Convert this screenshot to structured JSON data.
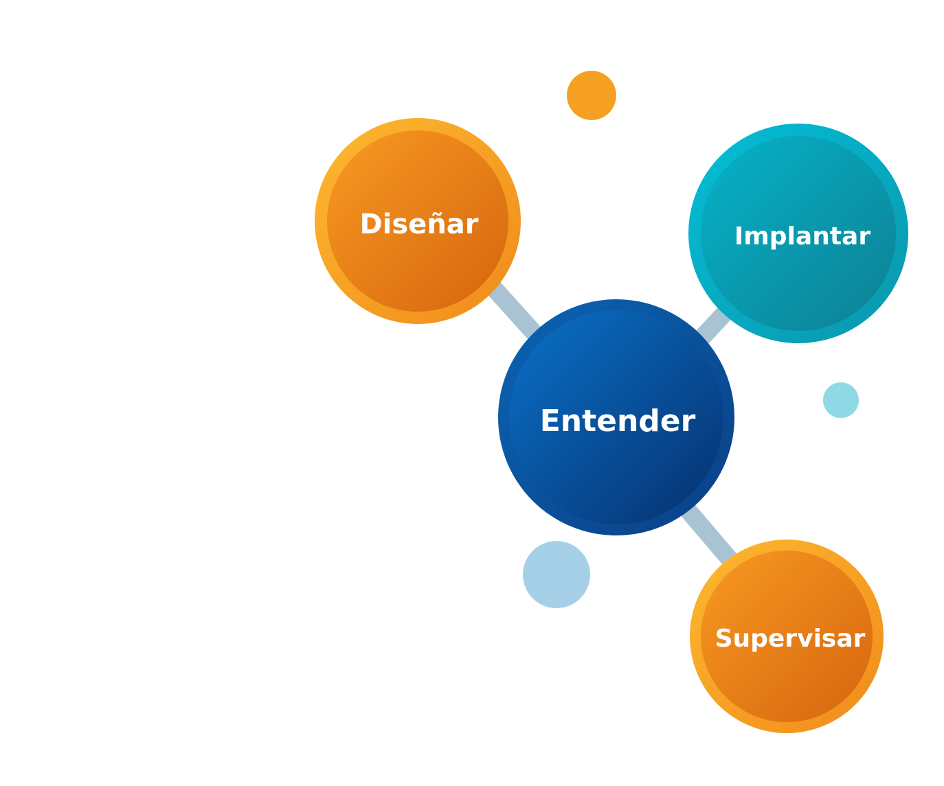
{
  "diagram": {
    "center_node": {
      "label": "Entender",
      "color": "#0a5aa8"
    },
    "nodes": [
      {
        "id": "disenar",
        "label": "Diseñar",
        "color": "#f5911e"
      },
      {
        "id": "implantar",
        "label": "Implantar",
        "color": "#0aa6bd"
      },
      {
        "id": "supervisar",
        "label": "Supervisar",
        "color": "#f5911e"
      }
    ],
    "connector_color": "#a9c3d3",
    "decorative_dot_colors": {
      "orange": "#f6a022",
      "light_cyan": "#8fd8e6",
      "light_blue": "#a6cfe8"
    }
  }
}
